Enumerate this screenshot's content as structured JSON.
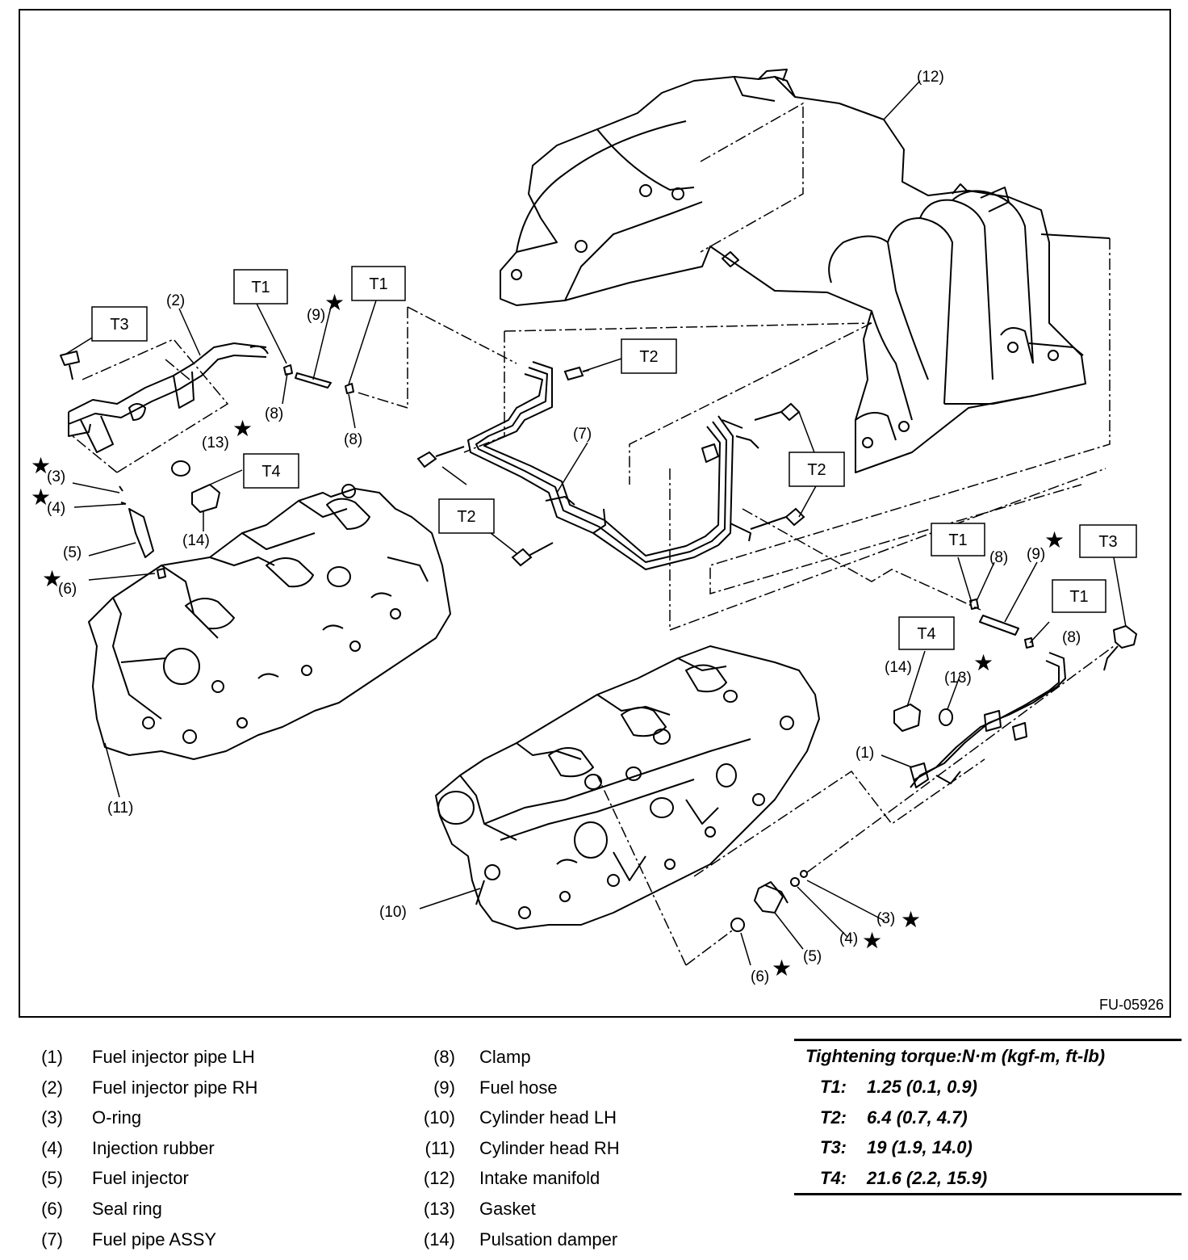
{
  "figure_id": "FU-05926",
  "callouts": {
    "c1": "(1)",
    "c2": "(2)",
    "c3": "(3)",
    "c4": "(4)",
    "c5": "(5)",
    "c6": "(6)",
    "c7": "(7)",
    "c8": "(8)",
    "c9": "(9)",
    "c10": "(10)",
    "c11": "(11)",
    "c12": "(12)",
    "c13": "(13)",
    "c14": "(14)"
  },
  "torque_tags": {
    "t1": "T1",
    "t2": "T2",
    "t3": "T3",
    "t4": "T4"
  },
  "star_symbol": "★",
  "legend": [
    {
      "num": "(1)",
      "label": "Fuel injector pipe LH"
    },
    {
      "num": "(2)",
      "label": "Fuel injector pipe RH"
    },
    {
      "num": "(3)",
      "label": "O-ring"
    },
    {
      "num": "(4)",
      "label": "Injection rubber"
    },
    {
      "num": "(5)",
      "label": "Fuel injector"
    },
    {
      "num": "(6)",
      "label": "Seal ring"
    },
    {
      "num": "(7)",
      "label": "Fuel pipe ASSY"
    },
    {
      "num": "(8)",
      "label": "Clamp"
    },
    {
      "num": "(9)",
      "label": "Fuel hose"
    },
    {
      "num": "(10)",
      "label": "Cylinder head LH"
    },
    {
      "num": "(11)",
      "label": "Cylinder head RH"
    },
    {
      "num": "(12)",
      "label": "Intake manifold"
    },
    {
      "num": "(13)",
      "label": "Gasket"
    },
    {
      "num": "(14)",
      "label": "Pulsation damper"
    }
  ],
  "torque": {
    "title": "Tightening torque:N·m (kgf-m, ft-lb)",
    "rows": [
      {
        "key": "T1:",
        "value": "1.25 (0.1, 0.9)"
      },
      {
        "key": "T2:",
        "value": "6.4 (0.7, 4.7)"
      },
      {
        "key": "T3:",
        "value": "19 (1.9, 14.0)"
      },
      {
        "key": "T4:",
        "value": "21.6 (2.2, 15.9)"
      }
    ]
  }
}
